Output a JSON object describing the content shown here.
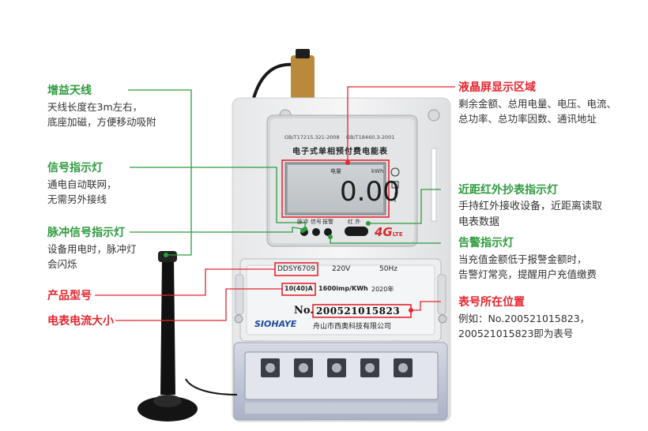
{
  "annotations": {
    "antenna": {
      "title": "增益天线",
      "desc": [
        "天线长度在3m左右，",
        "底座加磁，方便移动吸附"
      ]
    },
    "signal_led": {
      "title": "信号指示灯",
      "desc": [
        "通电自动联网，",
        "无需另外接线"
      ]
    },
    "pulse_led": {
      "title": "脉冲信号指示灯",
      "desc": [
        "设备用电时，脉冲灯",
        "会闪烁"
      ]
    },
    "model": {
      "title": "产品型号"
    },
    "current": {
      "title": "电表电流大小"
    },
    "lcd": {
      "title": "液晶屏显示区域",
      "desc": [
        "剩余金额、总用电量、电压、电流、",
        "总功率、总功率因数、通讯地址"
      ]
    },
    "ir": {
      "title": "近距红外抄表指示灯",
      "desc": [
        "手持红外接收设备，近距离读取",
        "电表数据"
      ]
    },
    "alarm": {
      "title": "告警指示灯",
      "desc": [
        "当充值金额低于报警金额时，",
        "告警灯常亮，提醒用户充值缴费"
      ]
    },
    "meter_no": {
      "title": "表号所在位置",
      "desc": [
        "例如：No.200521015823，",
        "200521015823即为表号"
      ]
    }
  },
  "meter": {
    "std_left": "GB/T17215.321-2008",
    "std_right": "GB/T18460.3-2001",
    "name": "电子式单相预付费电能表",
    "lcd_label": "电量",
    "lcd_unit": "kWh",
    "lcd_value": "0.00",
    "led_labels": [
      "脉冲",
      "信号",
      "报警"
    ],
    "ir_label": "红 外",
    "net_badge": "4G",
    "net_sub": "LTE",
    "model": "DDSY6709",
    "voltage": "220V",
    "freq": "50Hz",
    "current": "10(40)A",
    "imp": "1600imp/KWh",
    "year": "2020年",
    "no_prefix": "No.",
    "serial": "200521015823",
    "brand": "SIOHAYE",
    "company": "舟山市西奥科技有限公司"
  },
  "colors": {
    "green": "#2e9b3e",
    "red": "#e5262f",
    "lte": "#d72b2b"
  }
}
